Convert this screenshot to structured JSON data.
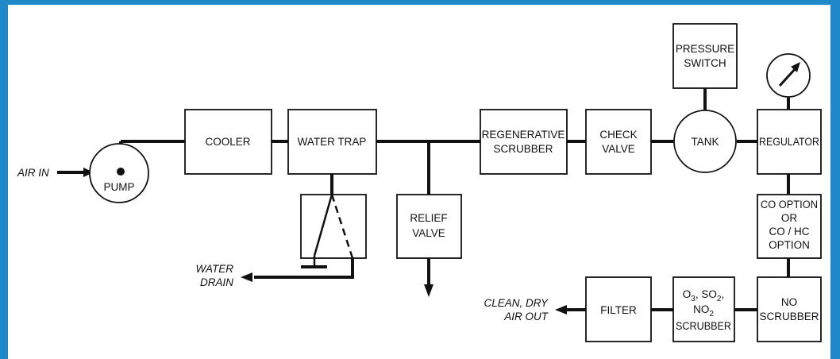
{
  "diagram": {
    "air_in": "AIR IN",
    "pump": "PUMP",
    "cooler": "COOLER",
    "water_trap": "WATER TRAP",
    "water_drain": [
      "WATER",
      "DRAIN"
    ],
    "relief_valve": [
      "RELIEF",
      "VALVE"
    ],
    "regenerative_scrubber": [
      "REGENERATIVE",
      "SCRUBBER"
    ],
    "check_valve": [
      "CHECK",
      "VALVE"
    ],
    "pressure_switch": [
      "PRESSURE",
      "SWITCH"
    ],
    "tank": "TANK",
    "regulator": "REGULATOR",
    "co_option": [
      "CO OPTION",
      "OR",
      "CO / HC",
      "OPTION"
    ],
    "no_scrubber": [
      "NO",
      "SCRUBBER"
    ],
    "gas_scrubber": {
      "line1_a": "O",
      "line1_sub1": "3",
      "line1_b": ", SO",
      "line1_sub2": "2",
      "line1_c": ",",
      "line2_a": "NO",
      "line2_sub": "2",
      "line3": "SCRUBBER"
    },
    "filter": "FILTER",
    "clean_air_out": [
      "CLEAN, DRY",
      "AIR OUT"
    ]
  },
  "colors": {
    "frame": "#1e88c9",
    "line": "#111111",
    "box_fill": "#ffffff"
  }
}
